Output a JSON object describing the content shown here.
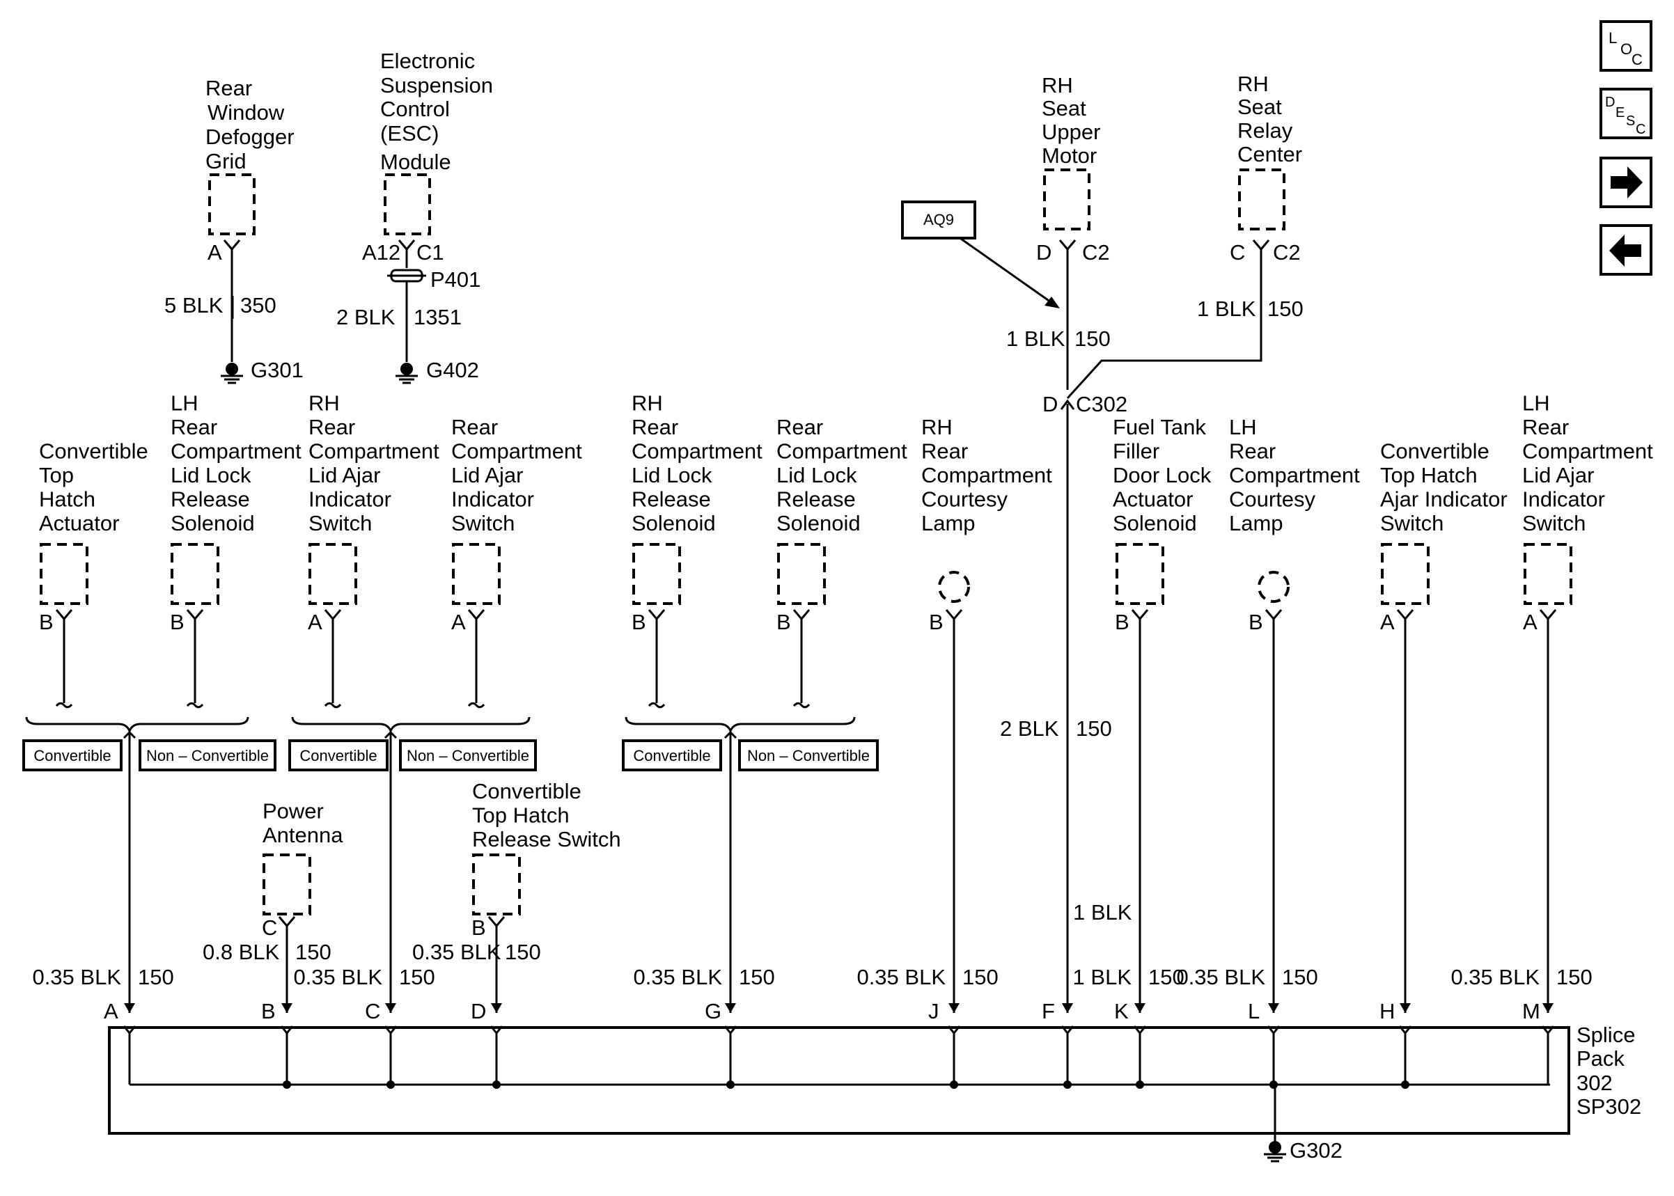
{
  "top_components": {
    "defogger": {
      "name": [
        "Rear",
        "Window",
        "Defogger",
        "Grid"
      ],
      "pin": "A",
      "wire": "5 BLK",
      "circuit": "350",
      "ground": "G301"
    },
    "esc": {
      "name": [
        "Electronic",
        "Suspension",
        "Control",
        "(ESC)",
        "Module"
      ],
      "pin_left": "A12",
      "pin_right": "C1",
      "connector": "P401",
      "wire": "2 BLK",
      "circuit": "1351",
      "ground": "G402"
    },
    "seat_motor": {
      "name": [
        "RH",
        "Seat",
        "Upper",
        "Motor"
      ],
      "pin_left": "D",
      "pin_right": "C2"
    },
    "seat_relay": {
      "name": [
        "RH",
        "Seat",
        "Relay",
        "Center"
      ],
      "pin_left": "C",
      "pin_right": "C2"
    },
    "tag": "AQ9",
    "motor_wire": "1 BLK",
    "motor_circuit": "150",
    "relay_wire": "1 BLK",
    "relay_circuit": "150",
    "c302_pin": "D",
    "c302": "C302",
    "trunk_wire": "2 BLK",
    "trunk_circuit": "150",
    "trunk_wire2": "1 BLK",
    "trunk_circuit2": "150"
  },
  "row_components": [
    {
      "name": [
        "Convertible",
        "Top",
        "Hatch",
        "Actuator"
      ],
      "pin": "B"
    },
    {
      "name": [
        "LH",
        "Rear",
        "Compartment",
        "Lid Lock",
        "Release",
        "Solenoid"
      ],
      "pin": "B"
    },
    {
      "name": [
        "RH",
        "Rear",
        "Compartment",
        "Lid Ajar",
        "Indicator",
        "Switch"
      ],
      "pin": "A"
    },
    {
      "name": [
        "Rear",
        "Compartment",
        "Lid Ajar",
        "Indicator",
        "Switch"
      ],
      "pin": "A"
    },
    {
      "name": [
        "RH",
        "Rear",
        "Compartment",
        "Lid Lock",
        "Release",
        "Solenoid"
      ],
      "pin": "B"
    },
    {
      "name": [
        "Rear",
        "Compartment",
        "Lid Lock",
        "Release",
        "Solenoid"
      ],
      "pin": "B"
    },
    {
      "name": [
        "RH",
        "Rear",
        "Compartment",
        "Courtesy",
        "Lamp"
      ],
      "pin": "B"
    },
    {
      "name": [
        "Fuel Tank",
        "Filler",
        "Door Lock",
        "Actuator",
        "Solenoid"
      ],
      "pin": "B"
    },
    {
      "name": [
        "LH",
        "Rear",
        "Compartment",
        "Courtesy",
        "Lamp"
      ],
      "pin": "B"
    },
    {
      "name": [
        "Convertible",
        "Top Hatch",
        "Ajar Indicator",
        "Switch"
      ],
      "pin": "A"
    },
    {
      "name": [
        "LH",
        "Rear",
        "Compartment",
        "Lid Ajar",
        "Indicator",
        "Switch"
      ],
      "pin": "A"
    }
  ],
  "options": {
    "convertible": "Convertible",
    "non_convertible": "Non – Convertible"
  },
  "lower_components": [
    {
      "name": [
        "Power",
        "Antenna"
      ],
      "pin": "C",
      "wire": "0.8 BLK",
      "circuit": "150"
    },
    {
      "name": [
        "Convertible",
        "Top Hatch",
        "Release Switch"
      ],
      "pin": "B",
      "wire": "0.35 BLK",
      "circuit": "150"
    }
  ],
  "splice_wires": [
    {
      "pin": "A",
      "wire": "0.35 BLK",
      "circuit": "150"
    },
    {
      "pin": "B",
      "wire": "",
      "circuit": ""
    },
    {
      "pin": "C",
      "wire": "0.35 BLK",
      "circuit": "150"
    },
    {
      "pin": "D",
      "wire": "",
      "circuit": ""
    },
    {
      "pin": "G",
      "wire": "0.35 BLK",
      "circuit": "150"
    },
    {
      "pin": "J",
      "wire": "0.35 BLK",
      "circuit": "150"
    },
    {
      "pin": "F",
      "wire": "",
      "circuit": ""
    },
    {
      "pin": "K",
      "wire": "1 BLK",
      "circuit": "150"
    },
    {
      "pin": "L",
      "wire": "0.35 BLK",
      "circuit": "150"
    },
    {
      "pin": "H",
      "wire": "",
      "circuit": ""
    },
    {
      "pin": "M",
      "wire": "0.35 BLK",
      "circuit": "150"
    }
  ],
  "splice_pack": {
    "name": [
      "Splice",
      "Pack",
      "302",
      "SP302"
    ],
    "ground": "G302"
  },
  "nav": {
    "loc": {
      "l1": "L",
      "l2": "O",
      "l3": "C"
    },
    "desc": {
      "l1": "D",
      "l2": "E",
      "l3": "S",
      "l4": "C"
    },
    "next_icon": "arrow-right-icon",
    "prev_icon": "arrow-left-icon"
  }
}
